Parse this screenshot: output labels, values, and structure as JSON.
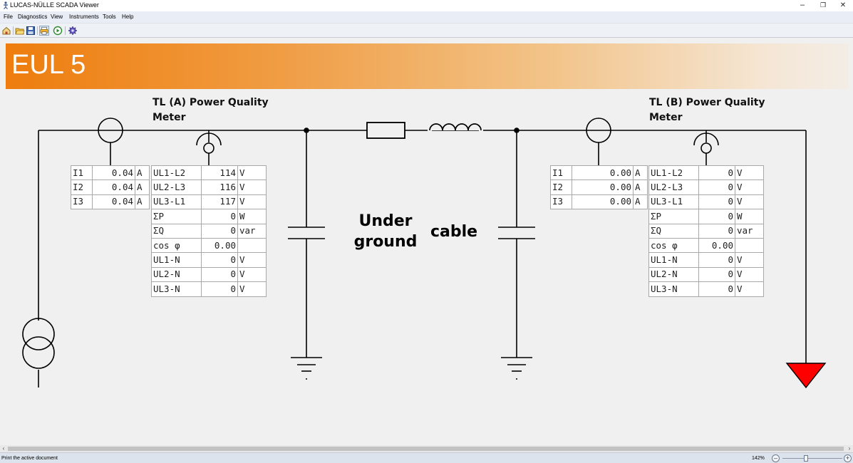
{
  "window": {
    "title": "LUCAS-NÜLLE SCADA Viewer",
    "minimize": "–",
    "restore": "❐",
    "close": "✕"
  },
  "menu": [
    "File",
    "Diagnostics",
    "View",
    "Instruments",
    "Tools",
    "Help"
  ],
  "toolbar": {
    "buttons": [
      "home-icon",
      "open-folder-icon",
      "save-icon",
      "print-icon",
      "run-icon",
      "settings-gear-icon"
    ]
  },
  "banner": {
    "title": "EUL 5"
  },
  "meter_a": {
    "title_line1": "TL (A) Power Quality",
    "title_line2": "Meter",
    "currents": [
      {
        "label": "I1",
        "value": "0.04",
        "unit": "A"
      },
      {
        "label": "I2",
        "value": "0.04",
        "unit": "A"
      },
      {
        "label": "I3",
        "value": "0.04",
        "unit": "A"
      }
    ],
    "values": [
      {
        "label": "UL1-L2",
        "value": "114",
        "unit": "V"
      },
      {
        "label": "UL2-L3",
        "value": "116",
        "unit": "V"
      },
      {
        "label": "UL3-L1",
        "value": "117",
        "unit": "V"
      },
      {
        "label": "ΣP",
        "value": "0",
        "unit": "W"
      },
      {
        "label": "ΣQ",
        "value": "0",
        "unit": "var"
      },
      {
        "label": "cos φ",
        "value": "0.00",
        "unit": ""
      },
      {
        "label": "UL1-N",
        "value": "0",
        "unit": "V"
      },
      {
        "label": "UL2-N",
        "value": "0",
        "unit": "V"
      },
      {
        "label": "UL3-N",
        "value": "0",
        "unit": "V"
      }
    ]
  },
  "meter_b": {
    "title_line1": "TL (B) Power Quality",
    "title_line2": "Meter",
    "currents": [
      {
        "label": "I1",
        "value": "0.00",
        "unit": "A"
      },
      {
        "label": "I2",
        "value": "0.00",
        "unit": "A"
      },
      {
        "label": "I3",
        "value": "0.00",
        "unit": "A"
      }
    ],
    "values": [
      {
        "label": "UL1-L2",
        "value": "0",
        "unit": "V"
      },
      {
        "label": "UL2-L3",
        "value": "0",
        "unit": "V"
      },
      {
        "label": "UL3-L1",
        "value": "0",
        "unit": "V"
      },
      {
        "label": "ΣP",
        "value": "0",
        "unit": "W"
      },
      {
        "label": "ΣQ",
        "value": "0",
        "unit": "var"
      },
      {
        "label": "cos φ",
        "value": "0.00",
        "unit": ""
      },
      {
        "label": "UL1-N",
        "value": "0",
        "unit": "V"
      },
      {
        "label": "UL2-N",
        "value": "0",
        "unit": "V"
      },
      {
        "label": "UL3-N",
        "value": "0",
        "unit": "V"
      }
    ]
  },
  "cable": {
    "line1": "Under",
    "line2": "ground",
    "word": "cable"
  },
  "statusbar": {
    "text": "Print the active document",
    "zoom": "142%",
    "zoom_out": "–",
    "zoom_in": "+"
  },
  "colors": {
    "load_triangle": "#ff0000",
    "banner_start": "#ee7d0e",
    "line": "#000000"
  }
}
